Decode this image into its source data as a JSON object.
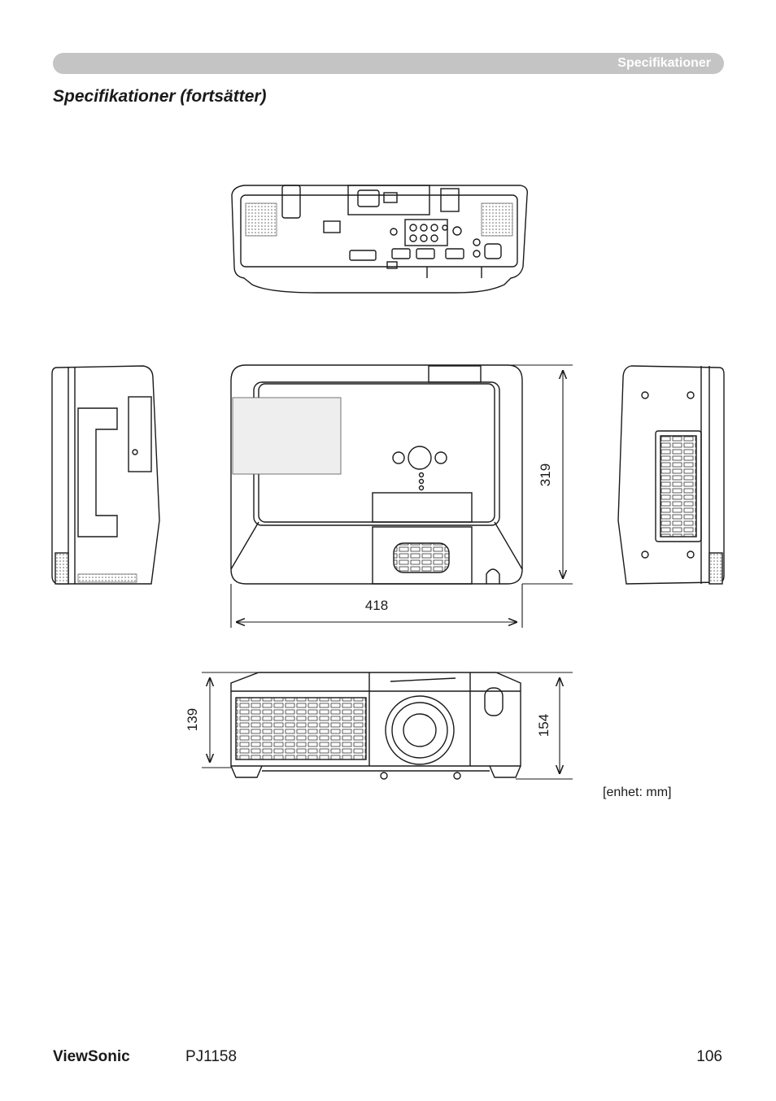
{
  "header": {
    "section_label": "Specifikationer"
  },
  "page_title": "Specifikationer (fortsätter)",
  "dimensions": {
    "width": "418",
    "depth": "319",
    "height_front": "139",
    "height_total": "154"
  },
  "unit_note": "[enhet: mm]",
  "footer": {
    "brand": "ViewSonic",
    "model": "PJ1158",
    "page_number": "106"
  }
}
